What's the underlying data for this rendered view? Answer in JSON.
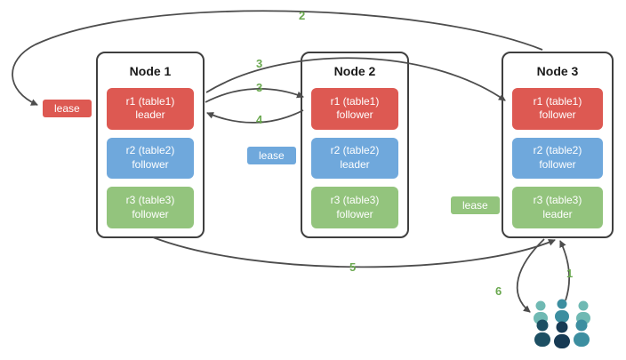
{
  "nodes": [
    {
      "title": "Node 1",
      "replicas": [
        {
          "name": "r1 (table1)",
          "role": "leader",
          "color": "red"
        },
        {
          "name": "r2 (table2)",
          "role": "follower",
          "color": "blue"
        },
        {
          "name": "r3 (table3)",
          "role": "follower",
          "color": "green"
        }
      ]
    },
    {
      "title": "Node 2",
      "replicas": [
        {
          "name": "r1 (table1)",
          "role": "follower",
          "color": "red"
        },
        {
          "name": "r2 (table2)",
          "role": "leader",
          "color": "blue"
        },
        {
          "name": "r3 (table3)",
          "role": "follower",
          "color": "green"
        }
      ]
    },
    {
      "title": "Node 3",
      "replicas": [
        {
          "name": "r1 (table1)",
          "role": "follower",
          "color": "red"
        },
        {
          "name": "r2 (table2)",
          "role": "follower",
          "color": "blue"
        },
        {
          "name": "r3 (table3)",
          "role": "leader",
          "color": "green"
        }
      ]
    }
  ],
  "leases": [
    {
      "label": "lease",
      "color": "red"
    },
    {
      "label": "lease",
      "color": "blue"
    },
    {
      "label": "lease",
      "color": "green"
    }
  ],
  "steps": {
    "s1": "1",
    "s2": "2",
    "s3a": "3",
    "s3b": "3",
    "s4": "4",
    "s5": "5",
    "s6": "6"
  },
  "icons": {
    "users_group": "users-group-icon"
  },
  "colors": {
    "replica_red": "#dd5952",
    "replica_blue": "#6fa8dc",
    "replica_green": "#93c47d",
    "step_label_green": "#6aa84f",
    "arrow_gray": "#4d4d4d",
    "node_border": "#3f3f3f",
    "users_teal_light": "#6fb9b3",
    "users_teal_dark": "#3c8ea0",
    "users_navy": "#1d4f63"
  }
}
